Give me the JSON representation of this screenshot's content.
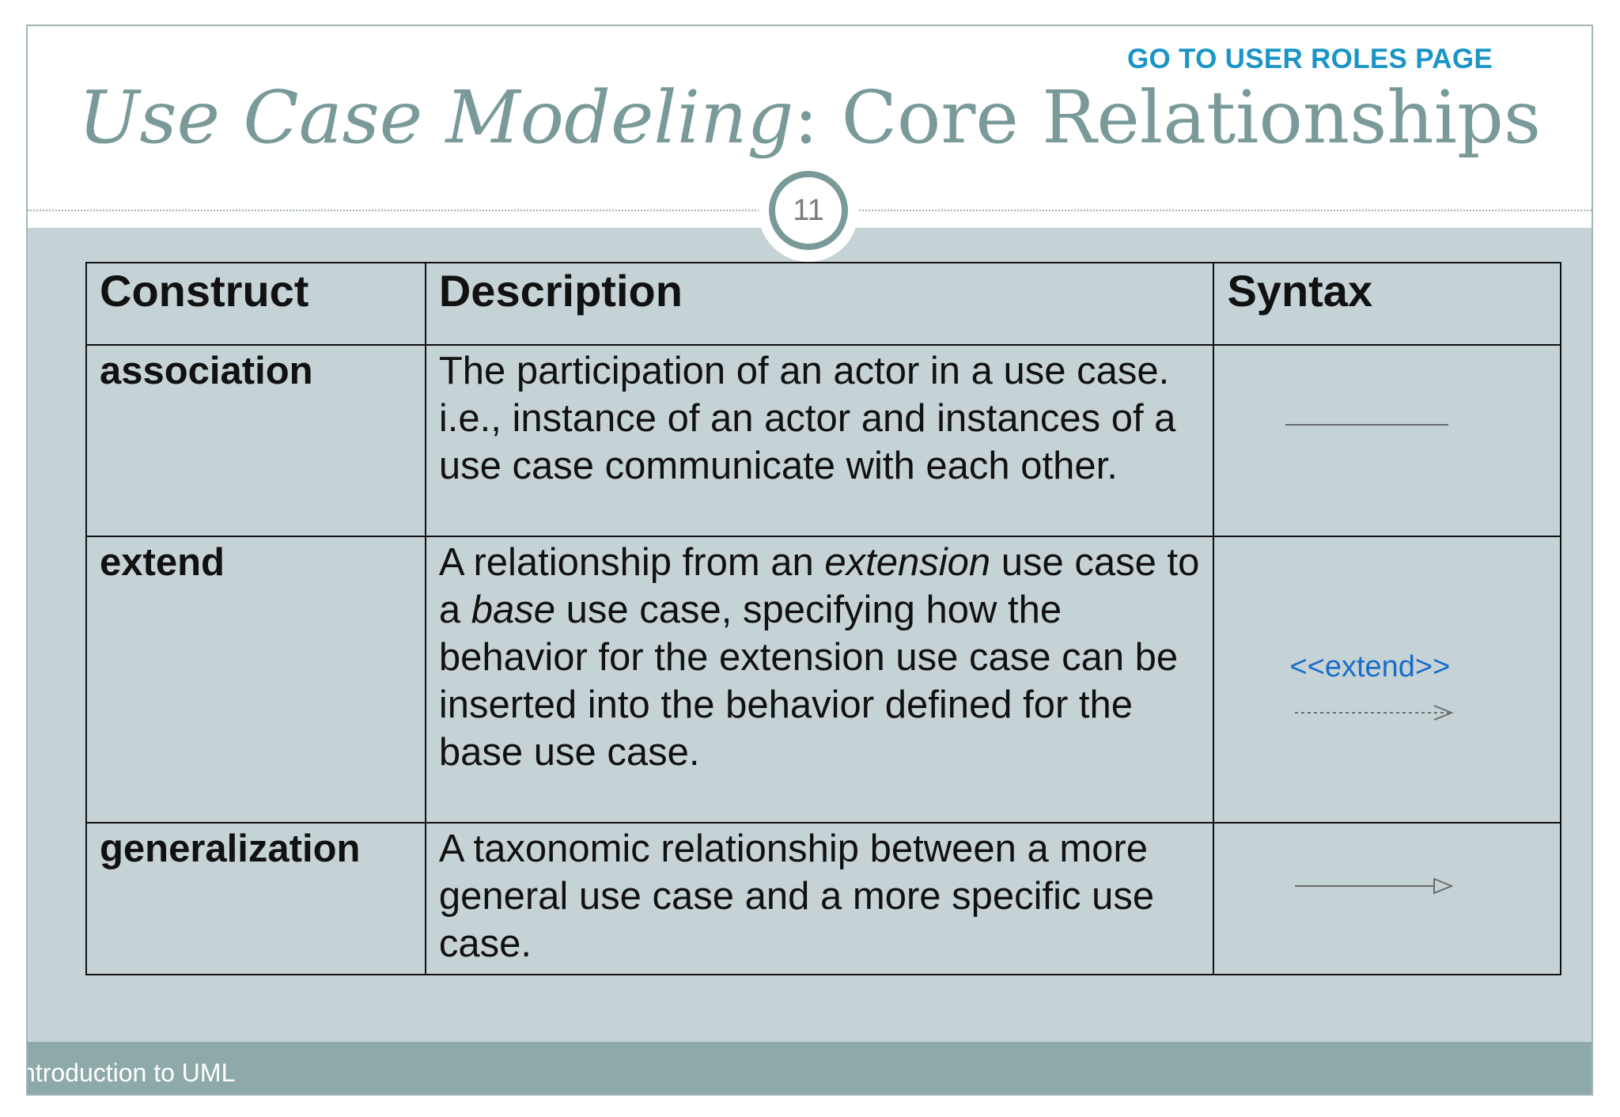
{
  "header": {
    "link_label": "GO TO USER ROLES PAGE",
    "title_italic": "Use Case Modeling",
    "title_rest": ": Core Relationships",
    "slide_number": "11"
  },
  "table": {
    "headers": [
      "Construct",
      "Description",
      "Syntax"
    ],
    "rows": [
      {
        "construct": "association",
        "description": "The participation of an actor in a use case. i.e., instance of an actor and instances of a use case communicate with each other.",
        "syntax": "solid-line"
      },
      {
        "construct": "extend",
        "description_parts": [
          "A relationship from an ",
          "extension",
          " use case to a ",
          "base",
          " use case, specifying how the behavior for the extension use case can be inserted into the behavior defined for the base use case."
        ],
        "syntax": "dashed-arrow",
        "syntax_label": "<<extend>>"
      },
      {
        "construct": "generalization",
        "description": "A taxonomic relationship between a more general use case and a more specific use case.",
        "syntax": "hollow-triangle-arrow"
      }
    ]
  },
  "footer": {
    "text": "ntroduction to UML"
  },
  "colors": {
    "link": "#1b95c8",
    "title": "#7a9a9a",
    "body_bg": "#c6d3d6",
    "footer_bg": "#8ea9a9",
    "extend_label": "#1a6cc9"
  }
}
